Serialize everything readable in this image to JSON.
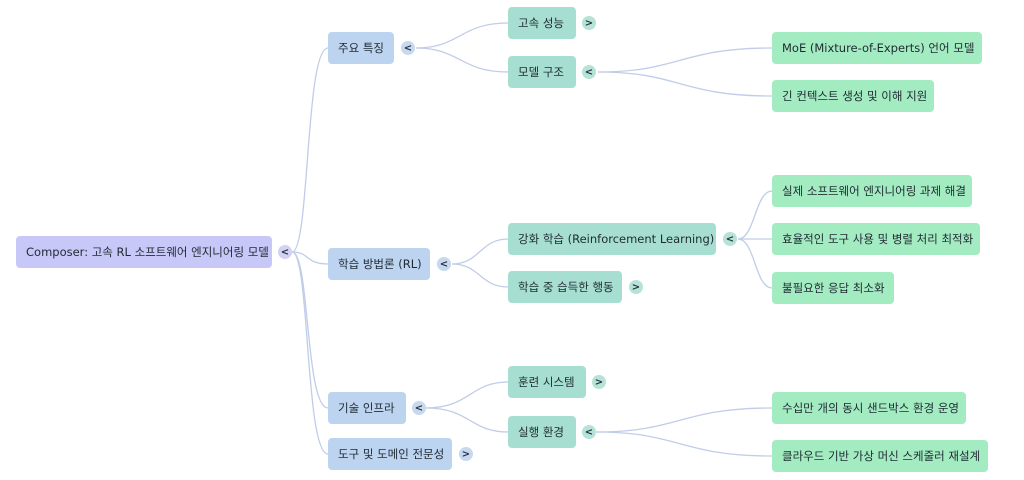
{
  "root": {
    "label": "Composer: 고속 RL 소프트웨어 엔지니어링 모델",
    "toggle": "<"
  },
  "branches": {
    "features": {
      "label": "주요 특징",
      "toggle": "<",
      "speed": {
        "label": "고속 성능",
        "toggle": ">"
      },
      "structure": {
        "label": "모델 구조",
        "toggle": "<",
        "items": [
          "MoE (Mixture-of-Experts) 언어 모델",
          "긴 컨텍스트 생성 및 이해 지원"
        ]
      }
    },
    "method": {
      "label": "학습 방법론 (RL)",
      "toggle": "<",
      "rl": {
        "label": "강화 학습 (Reinforcement Learning)",
        "toggle": "<",
        "items": [
          "실제 소프트웨어 엔지니어링 과제 해결",
          "효율적인 도구 사용 및 병렬 처리 최적화",
          "불필요한 응답 최소화"
        ]
      },
      "learned": {
        "label": "학습 중 습득한 행동",
        "toggle": ">"
      }
    },
    "infra": {
      "label": "기술 인프라",
      "toggle": "<",
      "training": {
        "label": "훈련 시스템",
        "toggle": ">"
      },
      "env": {
        "label": "실행 환경",
        "toggle": "<",
        "items": [
          "수십만 개의 동시 샌드박스 환경 운영",
          "클라우드 기반 가상 머신 스케줄러 재설계"
        ]
      }
    },
    "tools": {
      "label": "도구 및 도메인 전문성",
      "toggle": ">"
    }
  },
  "colors": {
    "root": "#c8c8f8",
    "level1": "#bcd4ef",
    "level2": "#a6dfd1",
    "level3": "#a3ebc1",
    "link": "#c0cde8"
  }
}
